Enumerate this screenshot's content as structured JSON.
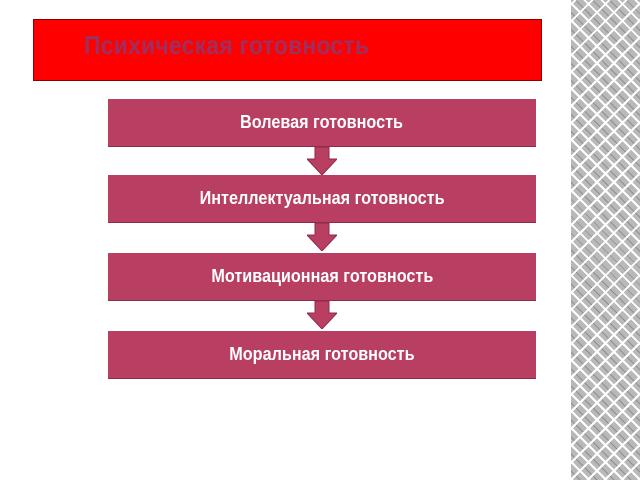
{
  "title": "Психическая готовность",
  "steps": [
    {
      "label": "Волевая готовность"
    },
    {
      "label": "Интеллектуальная готовность"
    },
    {
      "label": "Мотивационная готовность"
    },
    {
      "label": "Моральная готовность"
    }
  ],
  "colors": {
    "title_bar": "#fe0000",
    "title_text": "#9f2f5e",
    "box": "#b83e62",
    "box_text": "#ffffff",
    "arrow": "#b83e62",
    "pattern": "#b9b9b9"
  }
}
